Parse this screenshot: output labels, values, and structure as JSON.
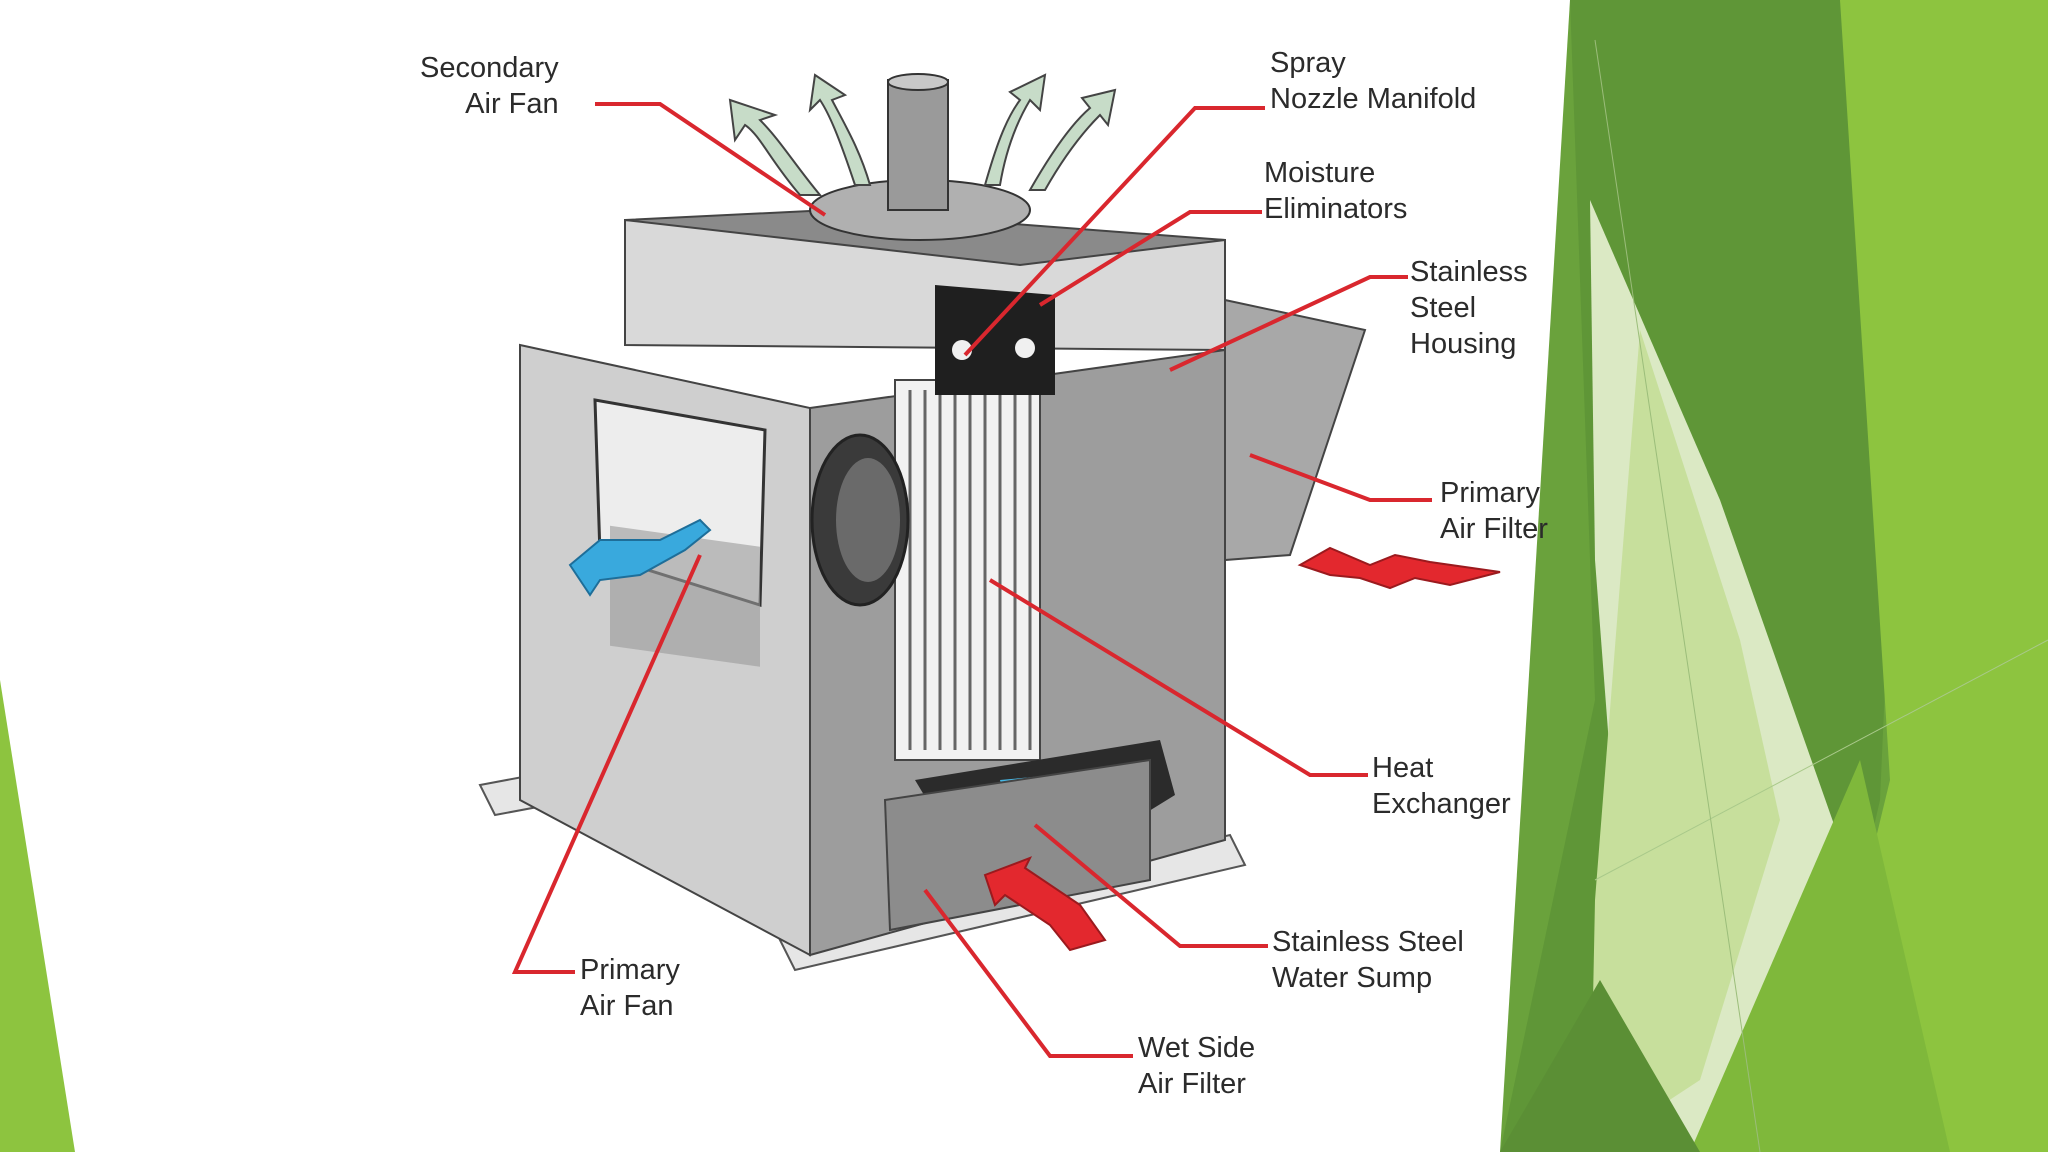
{
  "slide": {
    "theme_colors": {
      "green_dark": "#5b8f35",
      "green_mid": "#6aa23c",
      "green_bright": "#8dc43f",
      "green_light": "#dbe9c4",
      "leader_line": "#d9272e"
    }
  },
  "diagram": {
    "labels": [
      {
        "id": "secondary-air-fan",
        "lines": [
          "Secondary",
          "Air Fan"
        ]
      },
      {
        "id": "spray-nozzle-manifold",
        "lines": [
          "Spray",
          "Nozzle Manifold"
        ]
      },
      {
        "id": "moisture-eliminators",
        "lines": [
          "Moisture",
          "Eliminators"
        ]
      },
      {
        "id": "stainless-steel-housing",
        "lines": [
          "Stainless",
          "Steel",
          "Housing"
        ]
      },
      {
        "id": "primary-air-filter",
        "lines": [
          "Primary",
          "Air Filter"
        ]
      },
      {
        "id": "heat-exchanger",
        "lines": [
          "Heat",
          "Exchanger"
        ]
      },
      {
        "id": "stainless-steel-water-sump",
        "lines": [
          "Stainless Steel",
          "Water Sump"
        ]
      },
      {
        "id": "wet-side-air-filter",
        "lines": [
          "Wet Side",
          "Air Filter"
        ]
      },
      {
        "id": "primary-air-fan",
        "lines": [
          "Primary",
          "Air Fan"
        ]
      }
    ]
  }
}
